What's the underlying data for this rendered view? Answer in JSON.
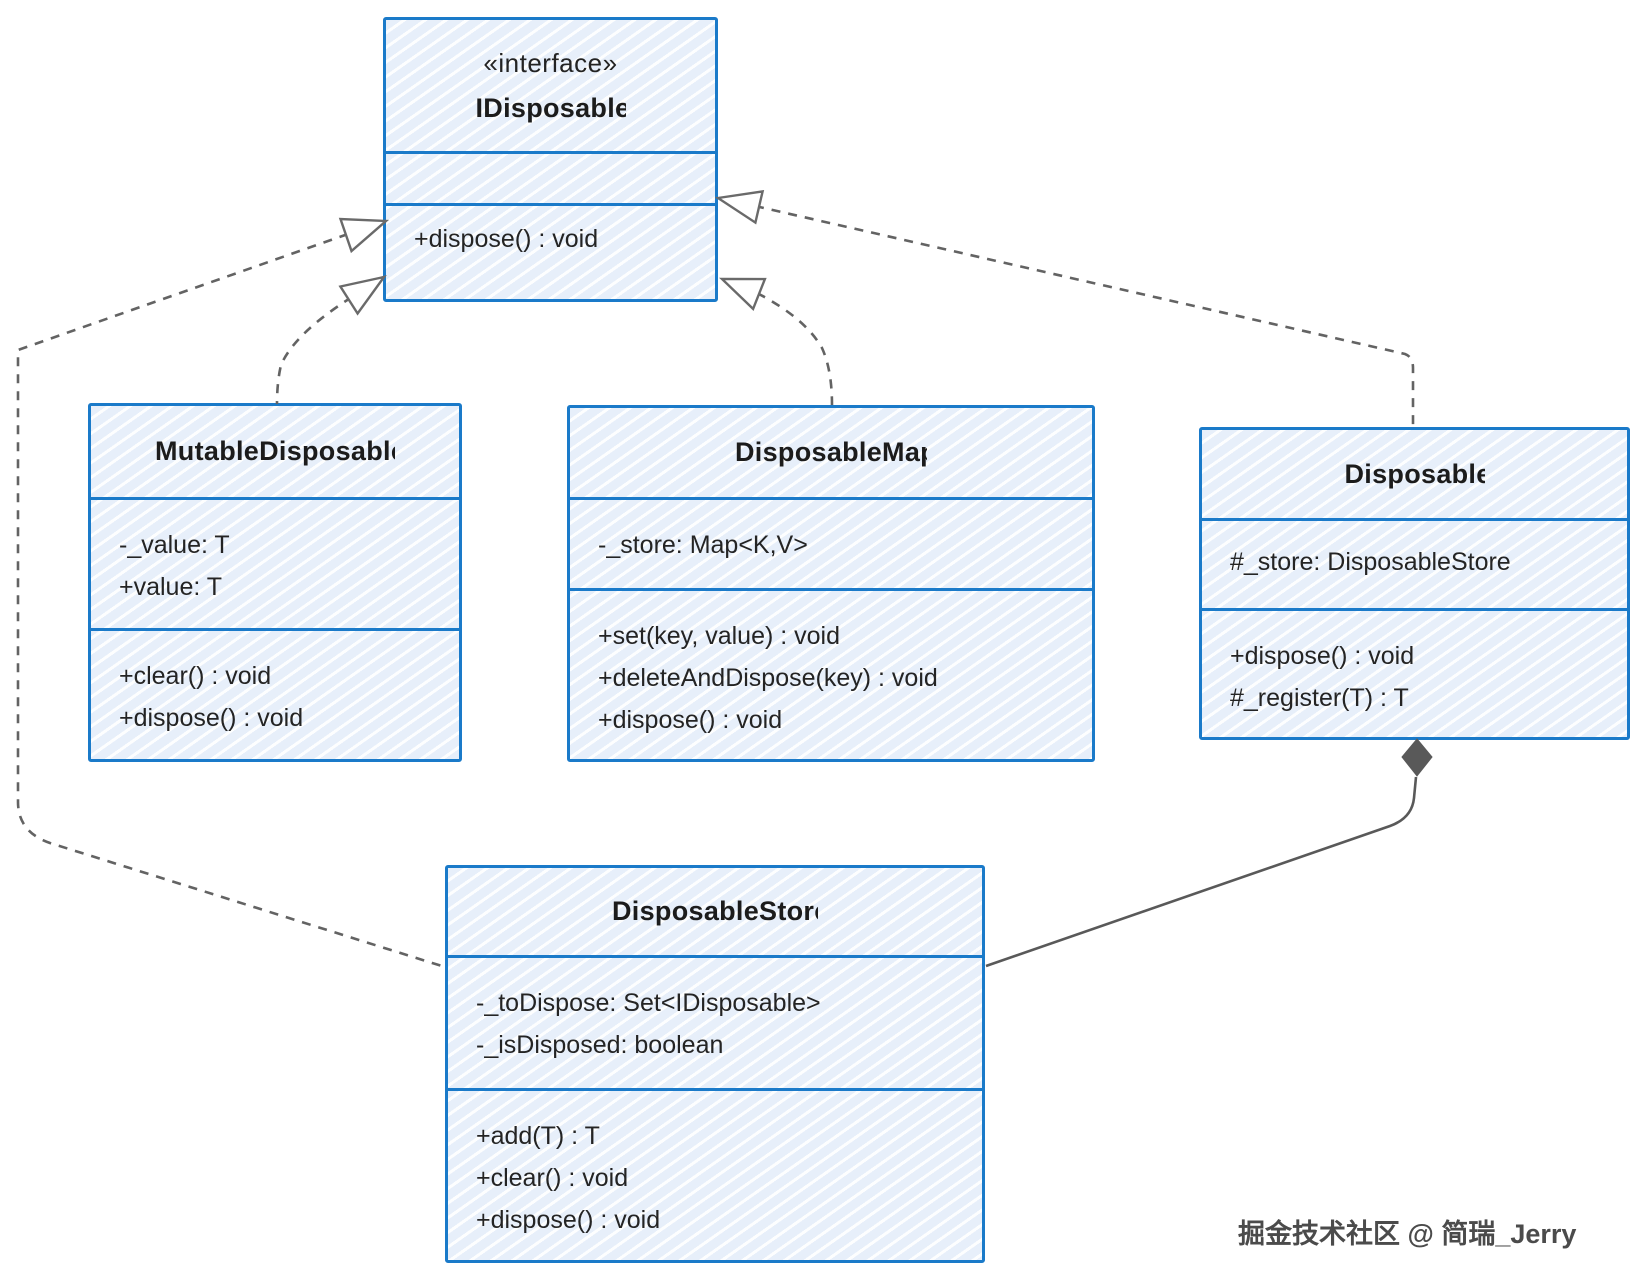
{
  "diagram_type": "uml-class-diagram",
  "classes": {
    "idisposable": {
      "stereotype": "«interface»",
      "name": "IDisposable",
      "attributes": [],
      "methods": [
        "+dispose() : void"
      ]
    },
    "mutable_disposable": {
      "name": "MutableDisposable",
      "attributes": [
        "-_value: T",
        "+value: T"
      ],
      "methods": [
        "+clear() : void",
        "+dispose() : void"
      ]
    },
    "disposable_map": {
      "name": "DisposableMap",
      "attributes": [
        "-_store: Map<K,V>"
      ],
      "methods": [
        "+set(key, value) : void",
        "+deleteAndDispose(key) : void",
        "+dispose() : void"
      ]
    },
    "disposable": {
      "name": "Disposable",
      "attributes": [
        "#_store: DisposableStore"
      ],
      "methods": [
        "+dispose() : void",
        "#_register(T) : T"
      ]
    },
    "disposable_store": {
      "name": "DisposableStore",
      "attributes": [
        "-_toDispose: Set<IDisposable>",
        "-_isDisposed: boolean"
      ],
      "methods": [
        "+add(T) : T",
        "+clear() : void",
        "+dispose() : void"
      ]
    }
  },
  "relationships": [
    {
      "from": "MutableDisposable",
      "to": "IDisposable",
      "type": "realization",
      "line": "dashed",
      "arrowhead": "hollow-triangle"
    },
    {
      "from": "DisposableMap",
      "to": "IDisposable",
      "type": "realization",
      "line": "dashed",
      "arrowhead": "hollow-triangle"
    },
    {
      "from": "Disposable",
      "to": "IDisposable",
      "type": "realization",
      "line": "dashed",
      "arrowhead": "hollow-triangle"
    },
    {
      "from": "DisposableStore",
      "to": "IDisposable",
      "type": "realization",
      "line": "dashed",
      "arrowhead": "hollow-triangle"
    },
    {
      "from": "DisposableStore",
      "to": "Disposable",
      "type": "composition",
      "line": "solid",
      "diamond_at": "Disposable"
    }
  ],
  "watermark": "掘金技术社区 @ 简瑞_Jerry",
  "colors": {
    "box_border": "#1a7ac9",
    "box_fill": "#e7effa",
    "hatch": "#ffffff",
    "dashed_connector": "#636363",
    "composition_connector": "#595959",
    "text": "#242424",
    "watermark_text": "#4b4b4b",
    "background": "#ffffff"
  }
}
